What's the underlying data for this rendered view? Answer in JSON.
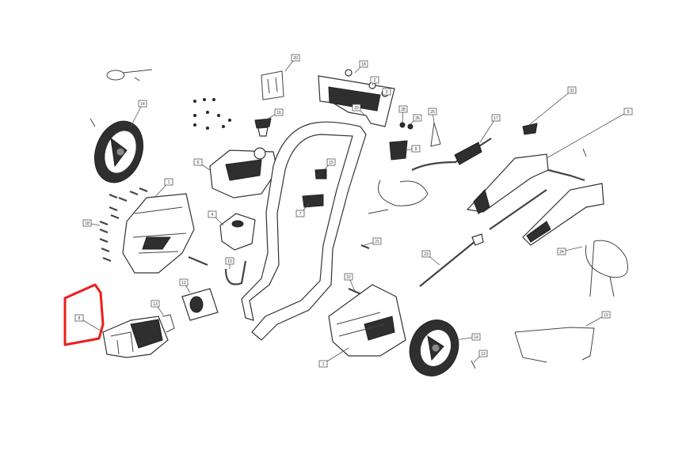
{
  "colors": {
    "highlight": "#ee1c1c",
    "line": "#333333",
    "dark_fill": "#2f2f2f"
  },
  "highlighted_part": "8",
  "callouts": [
    "20",
    "18",
    "2",
    "3",
    "28",
    "26",
    "25",
    "17",
    "31",
    "5",
    "14",
    "16",
    "9",
    "15",
    "1",
    "6",
    "4",
    "7",
    "22",
    "23",
    "18",
    "24",
    "12",
    "10",
    "13",
    "8",
    "21",
    "1",
    "14",
    "13",
    "19",
    "29"
  ]
}
